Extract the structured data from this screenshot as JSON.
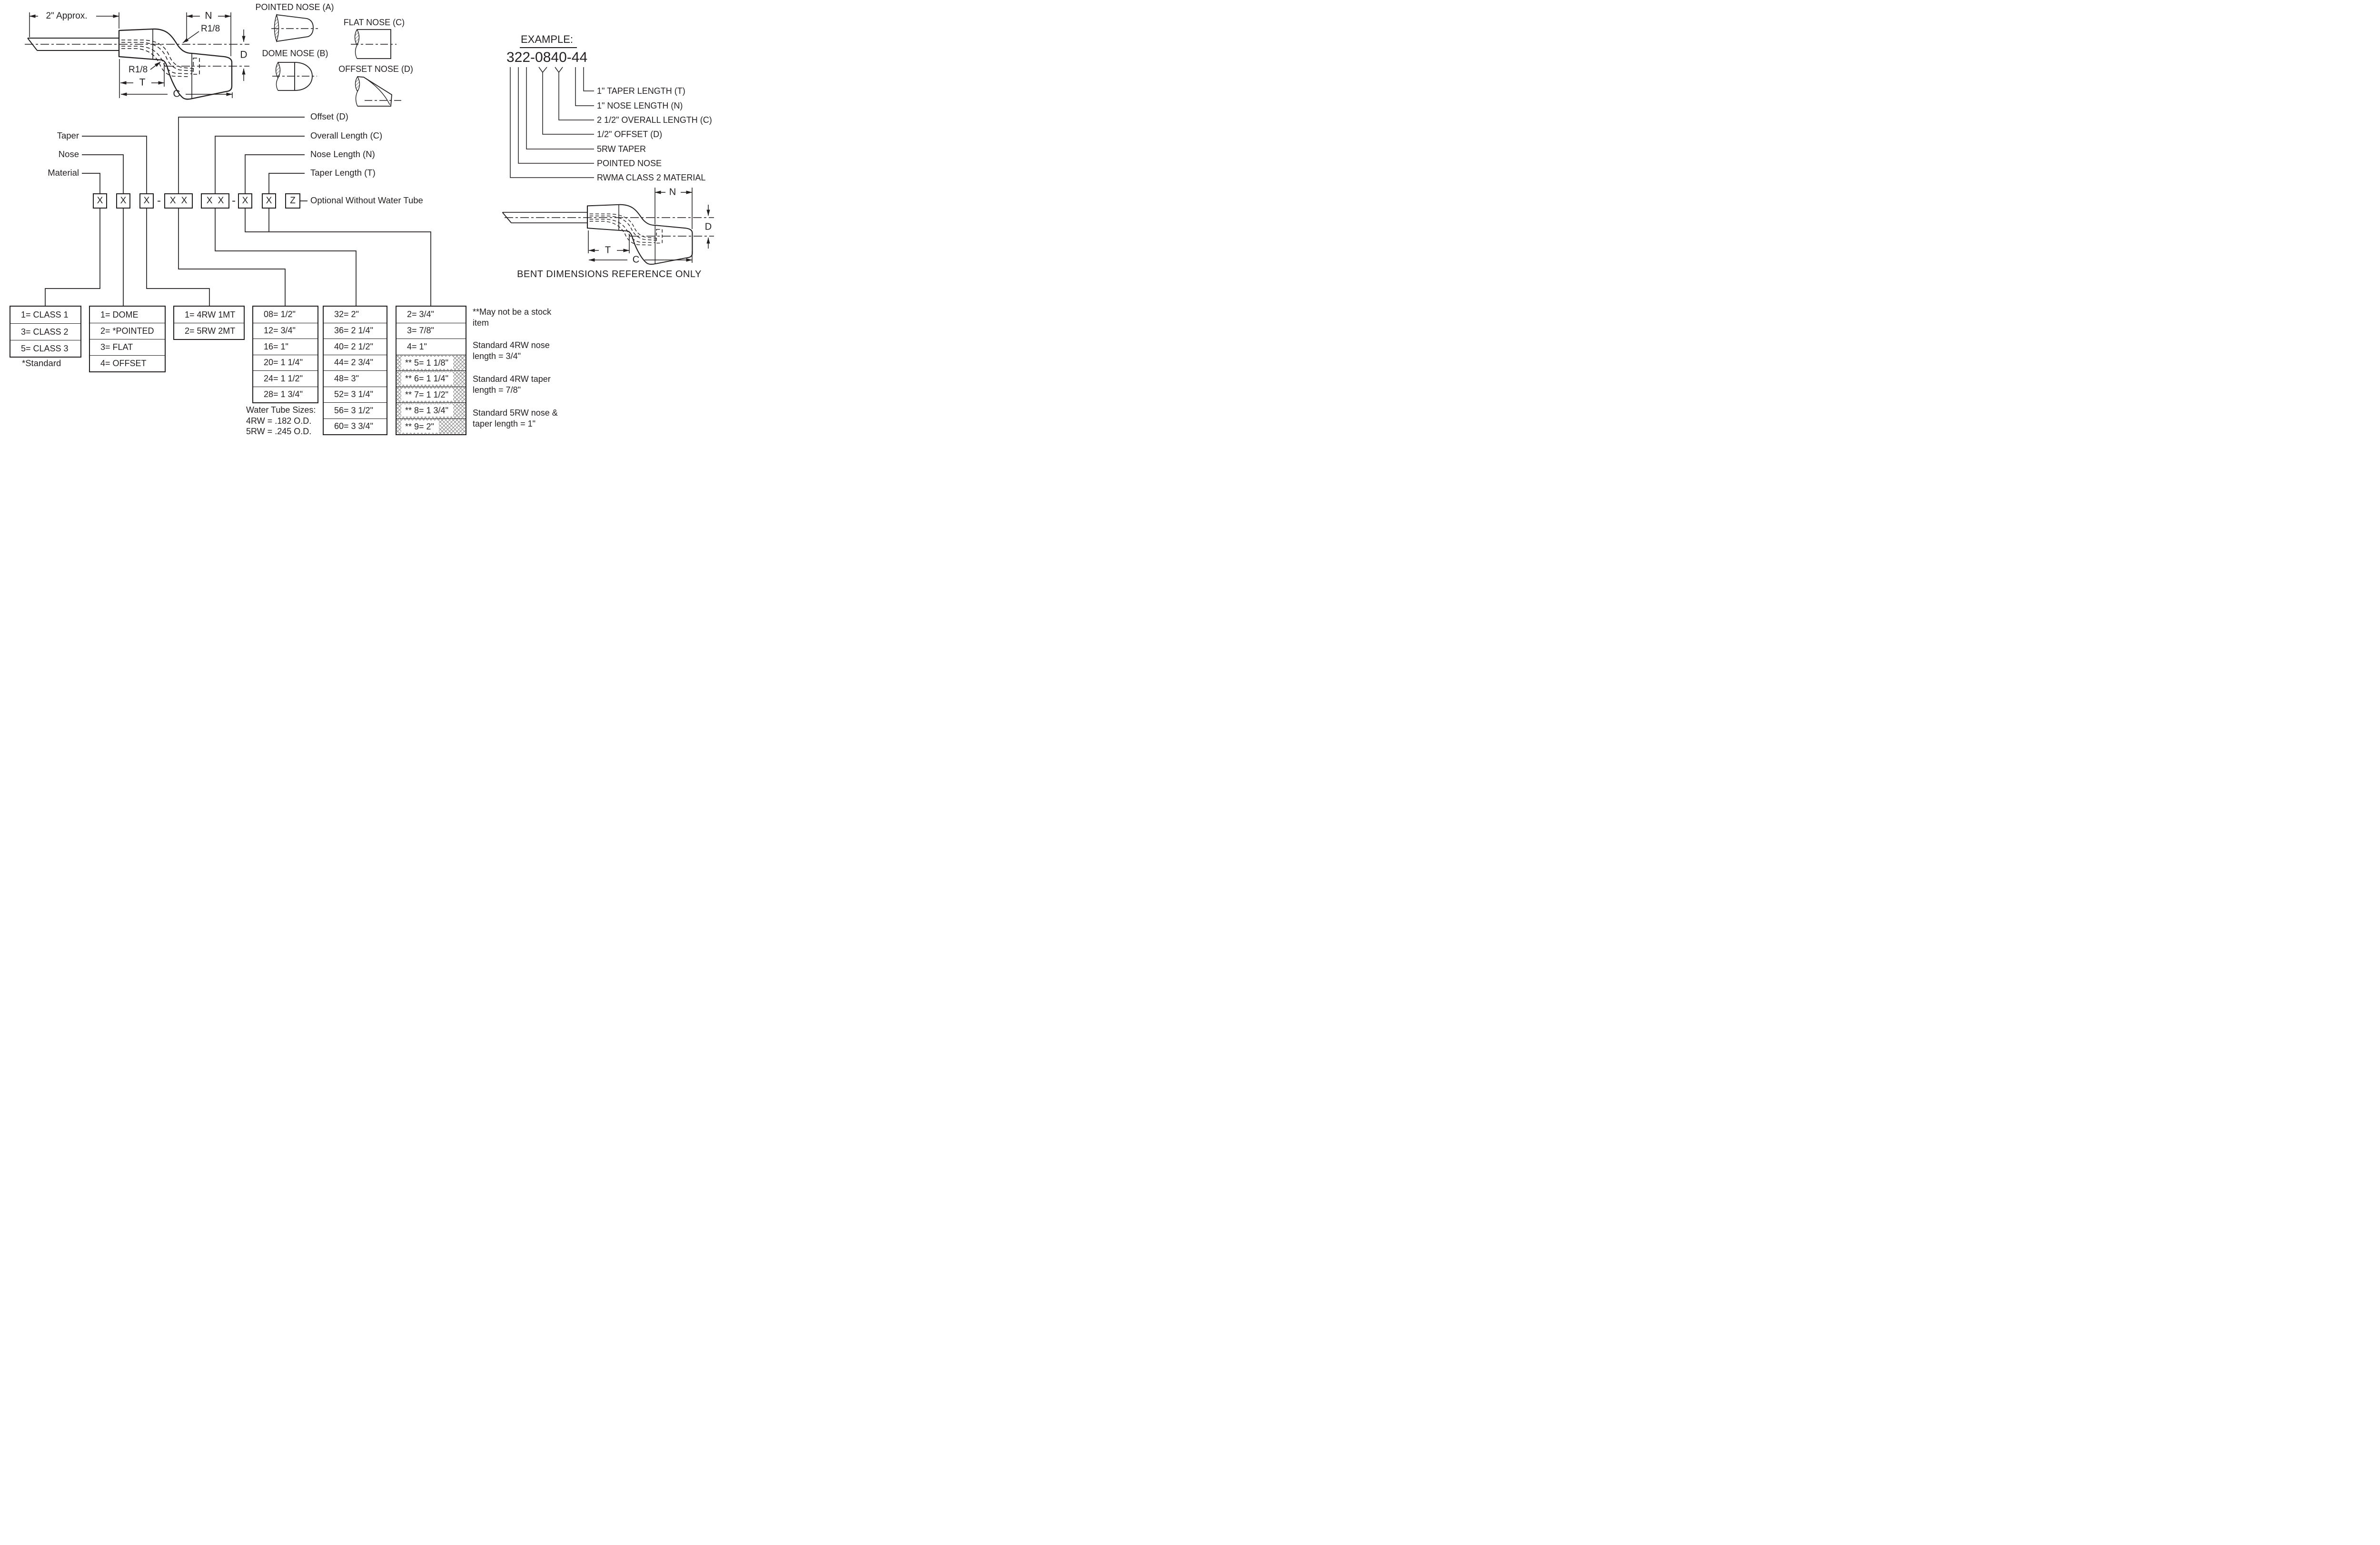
{
  "left_drawing": {
    "shank_dim": "2\" Approx.",
    "nose_dim": "N",
    "offset_dim": "D",
    "taper_dim": "T",
    "overall_dim": "C",
    "radius_upper": "R1/8",
    "radius_lower": "R1/8"
  },
  "right_drawing": {
    "nose_dim": "N",
    "offset_dim": "D",
    "taper_dim": "T",
    "overall_dim": "C",
    "caption": "BENT DIMENSIONS REFERENCE ONLY"
  },
  "nose_types": {
    "pointed": "POINTED NOSE (A)",
    "dome": "DOME NOSE (B)",
    "flat": "FLAT NOSE (C)",
    "offset": "OFFSET NOSE (D)"
  },
  "example": {
    "heading": "EXAMPLE:",
    "part_number": "322-0840-44",
    "callouts": [
      "1\" TAPER LENGTH (T)",
      "1\" NOSE LENGTH (N)",
      "2 1/2\" OVERALL LENGTH (C)",
      "1/2\" OFFSET (D)",
      "5RW TAPER",
      "POINTED NOSE",
      "RWMA CLASS 2 MATERIAL"
    ]
  },
  "part_template": {
    "left_labels": [
      "Taper",
      "Nose",
      "Material"
    ],
    "right_labels": [
      "Offset (D)",
      "Overall Length (C)",
      "Nose Length (N)",
      "Taper Length (T)"
    ],
    "optional_label": "Optional Without Water Tube",
    "boxes": [
      "X",
      "X",
      "X",
      "X X",
      "X X",
      "X",
      "X",
      "Z"
    ],
    "separator": "-"
  },
  "tables": {
    "material": {
      "rows": [
        "1= CLASS 1",
        "3= CLASS 2",
        "5= CLASS 3"
      ],
      "footnote": "*Standard"
    },
    "nose": {
      "rows": [
        "1= DOME",
        "2= *POINTED",
        "3= FLAT",
        "4= OFFSET"
      ]
    },
    "taper": {
      "rows": [
        "1= 4RW 1MT",
        "2= 5RW 2MT"
      ]
    },
    "offset": {
      "rows": [
        "08= 1/2\"",
        "12= 3/4\"",
        "16= 1\"",
        "20= 1 1/4\"",
        "24= 1 1/2\"",
        "28= 1 3/4\""
      ]
    },
    "water_tube_note": [
      "Water Tube Sizes:",
      "4RW = .182 O.D.",
      "5RW = .245 O.D."
    ],
    "overall_length": {
      "rows": [
        "32= 2\"",
        "36= 2 1/4\"",
        "40= 2 1/2\"",
        "44= 2 3/4\"",
        "48= 3\"",
        "52= 3 1/4\"",
        "56= 3 1/2\"",
        "60= 3 3/4\""
      ]
    },
    "length_codes": {
      "rows": [
        "2= 3/4\"",
        "3= 7/8\"",
        "4= 1\""
      ],
      "hatched_rows": [
        "** 5= 1 1/8\"",
        "** 6= 1 1/4\"",
        "** 7= 1 1/2\"",
        "** 8= 1 3/4\"",
        "** 9= 2\""
      ]
    }
  },
  "notes": [
    "**May not be a stock item",
    "Standard 4RW nose length = 3/4\"",
    "Standard 4RW taper length = 7/8\"",
    "Standard 5RW nose & taper length = 1\""
  ]
}
